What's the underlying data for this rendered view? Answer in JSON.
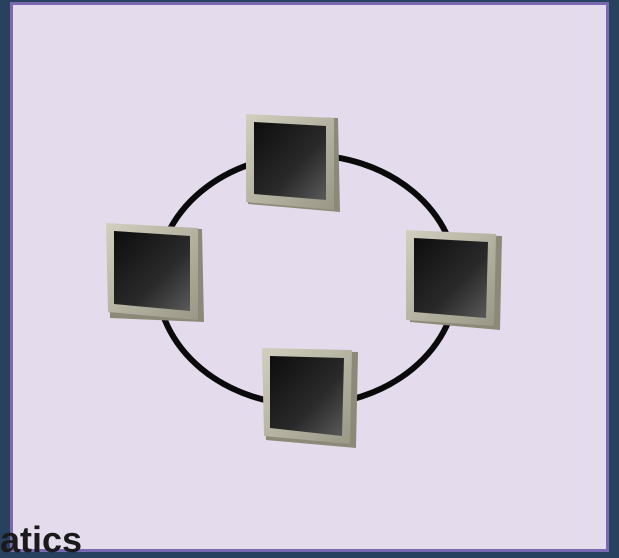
{
  "caption": {
    "text": "atics"
  },
  "diagram": {
    "topology": "ring",
    "node_count": 4,
    "node_icon": "monitor-icon",
    "nodes": [
      {
        "id": "top"
      },
      {
        "id": "left"
      },
      {
        "id": "right"
      },
      {
        "id": "bottom"
      }
    ],
    "colors": {
      "background": "#27415f",
      "panel": "#e4dcec",
      "panel_border": "#7a68b0",
      "ring": "#0a0a0a",
      "monitor_frame": "#b6b3a3",
      "monitor_screen": "#1c1c1c"
    }
  }
}
